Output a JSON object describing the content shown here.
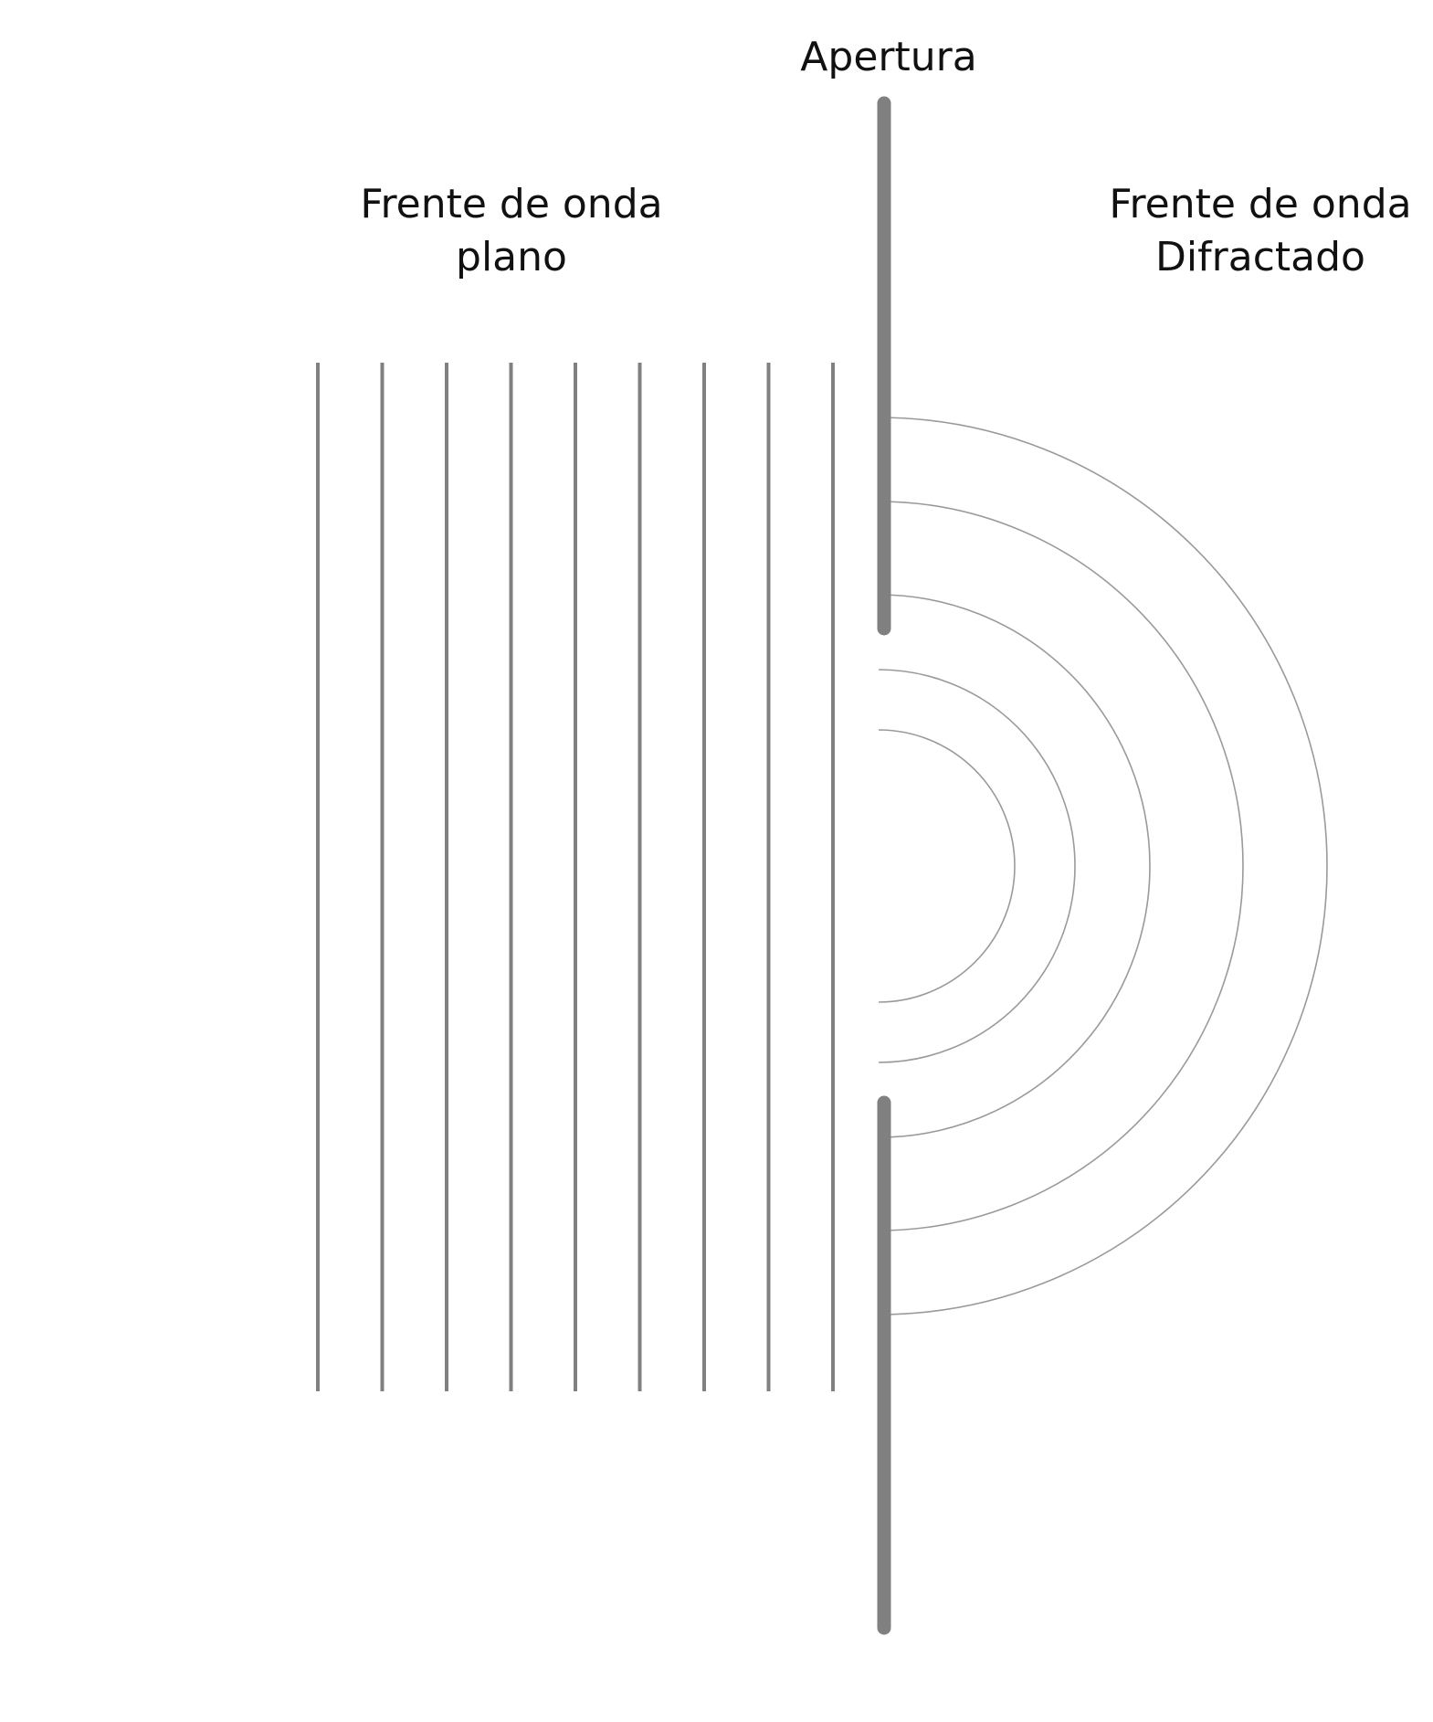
{
  "labels": {
    "aperture": "Apertura",
    "plane_wavefront": {
      "line1": "Frente de onda",
      "line2": "plano"
    },
    "diffracted_wavefront": {
      "line1": "Frente de onda",
      "line2": "Difractado"
    }
  },
  "plane_wavefront_count": 9,
  "diffracted_arc_count": 5,
  "colors": {
    "barrier": "#808080",
    "plane_lines": "#808080",
    "arcs": "#9a9a9a",
    "text": "#111111",
    "background": "#ffffff"
  }
}
